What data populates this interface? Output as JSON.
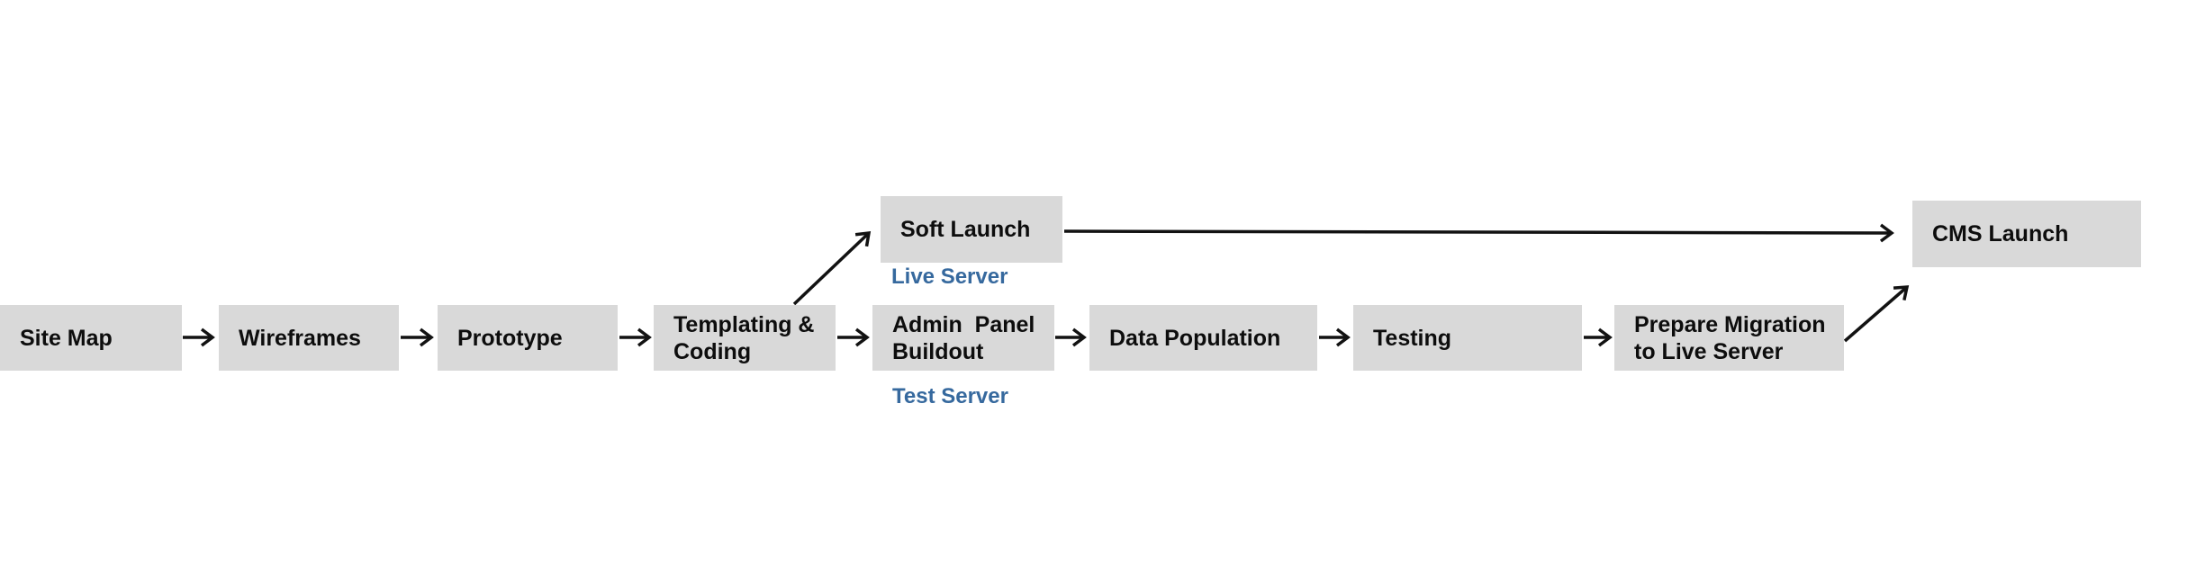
{
  "colors": {
    "background": "#ffffff",
    "node_fill": "#d9d9d9",
    "node_text": "#0d0d0d",
    "annotation_text": "#36699e",
    "arrow": "#121212"
  },
  "nodes": [
    {
      "id": "site-map",
      "label": "Site Map"
    },
    {
      "id": "wireframes",
      "label": "Wireframes"
    },
    {
      "id": "prototype",
      "label": "Prototype"
    },
    {
      "id": "templating-coding",
      "label": "Templating &\nCoding"
    },
    {
      "id": "soft-launch",
      "label": "Soft Launch"
    },
    {
      "id": "admin-panel-buildout",
      "label": "Admin  Panel\nBuildout"
    },
    {
      "id": "data-population",
      "label": "Data Population"
    },
    {
      "id": "testing",
      "label": "Testing"
    },
    {
      "id": "prepare-migration",
      "label": "Prepare Migration\nto Live Server"
    },
    {
      "id": "cms-launch",
      "label": "CMS Launch"
    }
  ],
  "annotations": [
    {
      "id": "live-server",
      "label": "Live Server",
      "applies_to": "soft-launch"
    },
    {
      "id": "test-server",
      "label": "Test Server",
      "applies_to": "admin-panel-buildout"
    }
  ],
  "edges": [
    {
      "from": "site-map",
      "to": "wireframes"
    },
    {
      "from": "wireframes",
      "to": "prototype"
    },
    {
      "from": "prototype",
      "to": "templating-coding"
    },
    {
      "from": "templating-coding",
      "to": "soft-launch"
    },
    {
      "from": "templating-coding",
      "to": "admin-panel-buildout"
    },
    {
      "from": "admin-panel-buildout",
      "to": "data-population"
    },
    {
      "from": "data-population",
      "to": "testing"
    },
    {
      "from": "testing",
      "to": "prepare-migration"
    },
    {
      "from": "soft-launch",
      "to": "cms-launch"
    },
    {
      "from": "prepare-migration",
      "to": "cms-launch"
    }
  ]
}
